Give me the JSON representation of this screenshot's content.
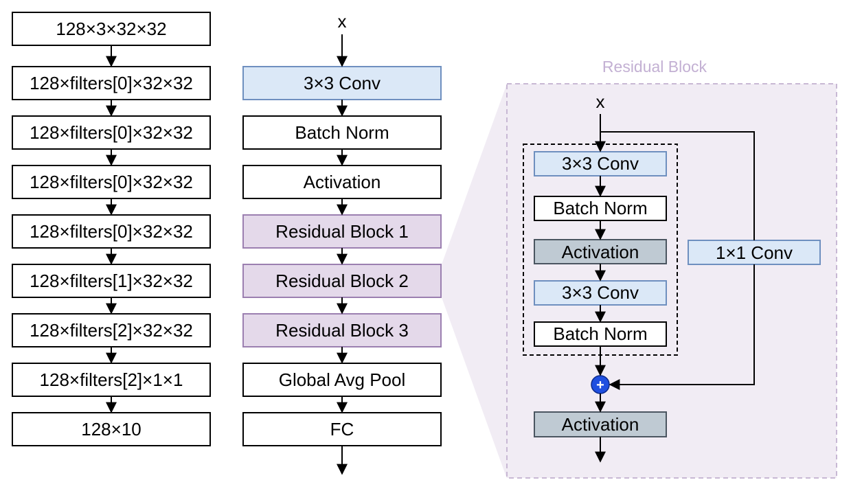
{
  "colors": {
    "conv_fill": "#dbe8f7",
    "conv_stroke": "#6e8fbf",
    "residual_fill": "#e4d9ea",
    "residual_stroke": "#9b7fb0",
    "activation_fill": "#bfcad3",
    "activation_stroke": "#4a5560",
    "panel_fill": "#f1ecf4",
    "panel_stroke": "#c8b8d4",
    "panel_title": "#c3b0d3",
    "sum_fill": "#1f4fe0",
    "plain_fill": "#ffffff",
    "plain_stroke": "#000000"
  },
  "shapes": {
    "tensor_column": [
      "128×3×32×32",
      "128×filters[0]×32×32",
      "128×filters[0]×32×32",
      "128×filters[0]×32×32",
      "128×filters[0]×32×32",
      "128×filters[1]×32×32",
      "128×filters[2]×32×32",
      "128×filters[2]×1×1",
      "128×10"
    ]
  },
  "network": {
    "input_label": "x",
    "layers": [
      "3×3 Conv",
      "Batch Norm",
      "Activation",
      "Residual Block 1",
      "Residual Block 2",
      "Residual Block 3",
      "Global Avg Pool",
      "FC"
    ]
  },
  "residual_block": {
    "title": "Residual Block",
    "input_label": "x",
    "main_path": [
      "3×3 Conv",
      "Batch Norm",
      "Activation",
      "3×3 Conv",
      "Batch Norm"
    ],
    "shortcut": "1×1 Conv",
    "sum_symbol": "+",
    "output": "Activation"
  }
}
